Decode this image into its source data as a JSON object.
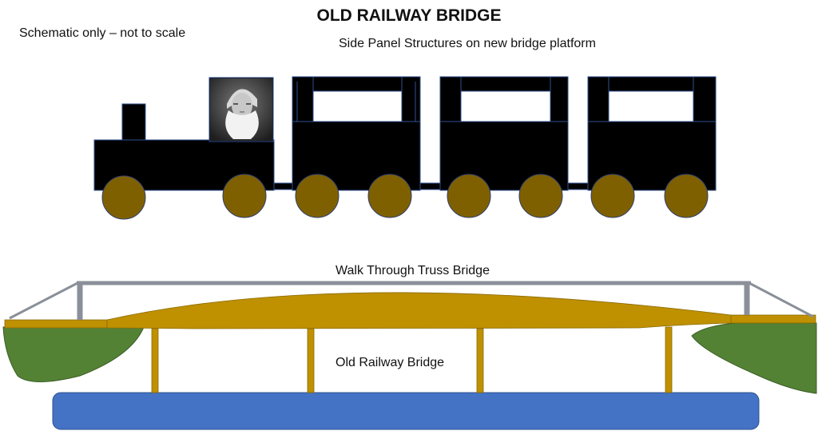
{
  "title": "OLD RAILWAY BRIDGE",
  "note": "Schematic only – not to scale",
  "train_caption": "Side Panel Structures on new bridge platform",
  "truss_label": "Walk Through Truss Bridge",
  "bridge_label": "Old Railway Bridge",
  "colors": {
    "train": "#000000",
    "train_outline": "#2f4f8f",
    "wheel": "#7f6000",
    "deck": "#bf9000",
    "truss": "#8a8f99",
    "bank": "#548235",
    "water": "#4472c4"
  },
  "icons": {
    "portrait": "bearded-man-portrait"
  }
}
